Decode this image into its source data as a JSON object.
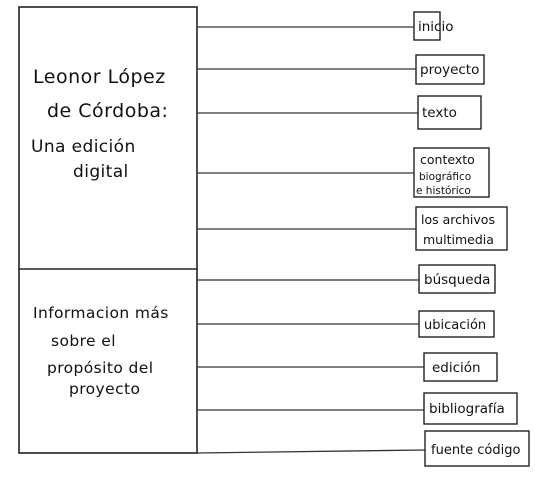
{
  "main_panel": {
    "title_lines": [
      "Leonor López",
      "de Córdoba:",
      "Una edición",
      "digital"
    ],
    "info_lines": [
      "Informacion más",
      "sobre el",
      "propósito del",
      "proyecto"
    ]
  },
  "nav_items": [
    {
      "lines": [
        "inicio"
      ]
    },
    {
      "lines": [
        "proyecto"
      ]
    },
    {
      "lines": [
        "texto"
      ]
    },
    {
      "lines": [
        "contexto",
        "biográfico",
        "e histórico"
      ]
    },
    {
      "lines": [
        "los archivos",
        "multimedia"
      ]
    },
    {
      "lines": [
        "búsqueda"
      ]
    },
    {
      "lines": [
        "ubicación"
      ]
    },
    {
      "lines": [
        "edición"
      ]
    },
    {
      "lines": [
        "bibliografía"
      ]
    },
    {
      "lines": [
        "fuente código"
      ]
    }
  ]
}
